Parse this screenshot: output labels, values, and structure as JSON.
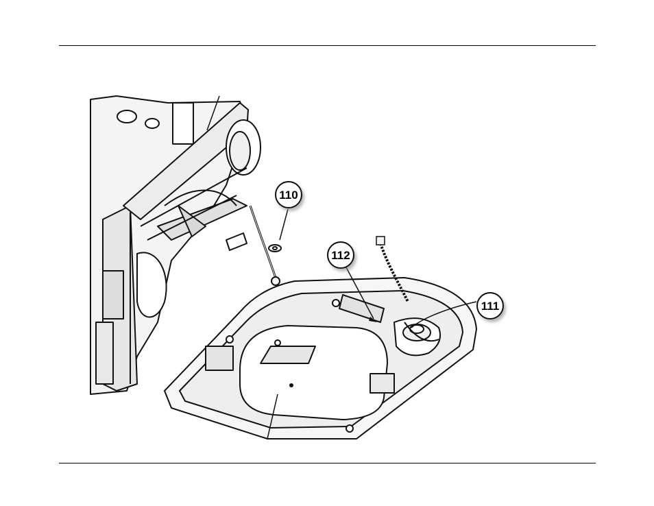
{
  "figure": {
    "callouts": [
      {
        "id": "callout-110",
        "label": "110"
      },
      {
        "id": "callout-112",
        "label": "112"
      },
      {
        "id": "callout-111",
        "label": "111"
      }
    ]
  },
  "colors": {
    "line": "#111111",
    "fill_light": "#f2f2f2",
    "fill_mid": "#dcdcdc",
    "rule": "#000000"
  }
}
